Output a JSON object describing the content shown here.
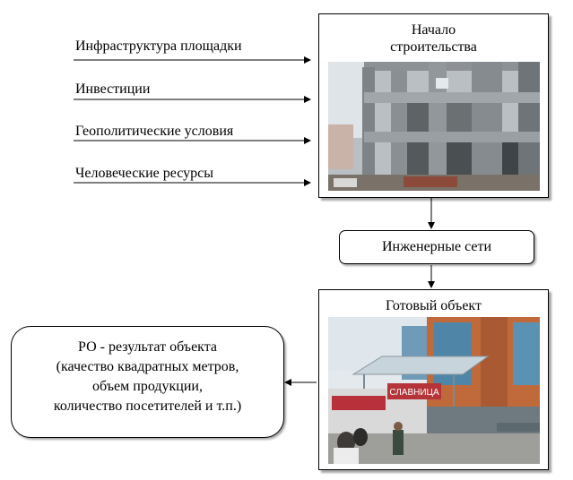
{
  "inputs": [
    "Инфраструктура площадки",
    "Инвестиции",
    "Геополитические условия",
    "Человеческие ресурсы"
  ],
  "start_box": {
    "line1": "Начало",
    "line2": "строительства"
  },
  "middle_box": {
    "label": "Инженерные сети"
  },
  "finished_box": {
    "title": "Готовый объект",
    "sign_text": "СЛАВНИЦА"
  },
  "result_box": {
    "line1": "РО - результат объекта",
    "line2": "(качество квадратных метров,",
    "line3": "объем продукции,",
    "line4": "количество посетителей и т.п.)"
  }
}
